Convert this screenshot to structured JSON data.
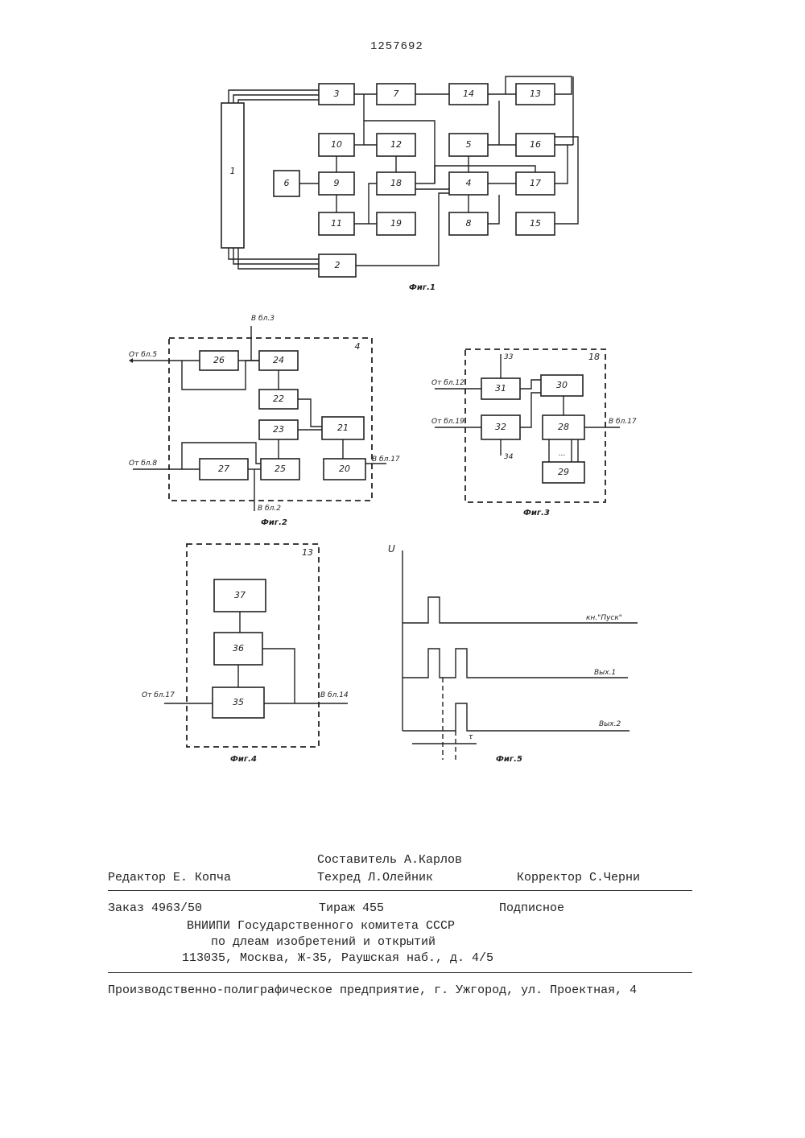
{
  "header": {
    "patent_number": "1257692"
  },
  "fig1": {
    "caption": "Фиг.1",
    "blocks": [
      "1",
      "2",
      "3",
      "4",
      "5",
      "6",
      "7",
      "8",
      "9",
      "10",
      "11",
      "12",
      "13",
      "14",
      "15",
      "16",
      "17",
      "18",
      "19"
    ]
  },
  "fig2": {
    "caption": "Фиг.2",
    "frame_number": "4",
    "blocks": [
      "20",
      "21",
      "22",
      "23",
      "24",
      "25",
      "26",
      "27"
    ],
    "labels": {
      "in_top": "От бл.5",
      "in_bottom": "От бл.8",
      "out_top": "В бл.3",
      "out_bottom": "В бл.2",
      "out_right": "В бл.17"
    }
  },
  "fig3": {
    "caption": "Фиг.3",
    "frame_number": "18",
    "blocks": [
      "28",
      "29",
      "30",
      "31",
      "32"
    ],
    "labels": {
      "in_top": "От бл.12",
      "in_bottom": "От бл.19",
      "t33": "33",
      "t34": "34",
      "out_right": "В бл.17",
      "dots": "..."
    }
  },
  "fig4": {
    "caption": "Фиг.4",
    "frame_number": "13",
    "blocks": [
      "35",
      "36",
      "37"
    ],
    "labels": {
      "in": "От бл.17",
      "out": "В бл.14"
    }
  },
  "fig5": {
    "caption": "Фиг.5",
    "axis_label": "U",
    "trace_labels": [
      "кн.\"Пуск\"",
      "Вых.1",
      "Вых.2"
    ],
    "tau": "τ"
  },
  "imprint": {
    "compiler": "Составитель А.Карлов",
    "editor": "Редактор Е. Копча",
    "techred": "Техред Л.Олейник",
    "corrector": "Корректор С.Черни",
    "order": "Заказ 4963/50",
    "circulation": "Тираж 455",
    "subscription": "Подписное",
    "org1": "ВНИИПИ Государственного комитета СССР",
    "org2": "по длеам изобретений и открытий",
    "address": "113035,  Москва, Ж-35, Раушская наб., д. 4/5",
    "printer": "Производственно-полиграфическое предприятие, г. Ужгород, ул. Проектная, 4"
  }
}
